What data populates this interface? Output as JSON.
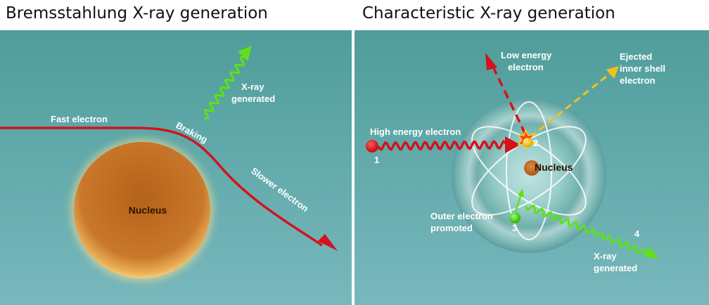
{
  "titles": {
    "left": "Bremsstahlung X-ray generation",
    "right": "Characteristic X-ray generation"
  },
  "colors": {
    "background_top": "#4f9d9b",
    "background_bottom": "#78b8bd",
    "electron_path": "#d4121c",
    "xray": "#5fe01a",
    "ejected_electron": "#f2c218",
    "nucleus": "#c07025"
  },
  "bremsstrahlung": {
    "fast_electron": "Fast electron",
    "braking": "Braking",
    "slower_electron": "Slower electron",
    "xray_line1": "X-ray",
    "xray_line2": "generated",
    "nucleus": "Nucleus"
  },
  "characteristic": {
    "high_energy_electron": "High energy electron",
    "low_energy_line1": "Low energy",
    "low_energy_line2": "electron",
    "ejected_line1": "Ejected",
    "ejected_line2": "inner shell",
    "ejected_line3": "electron",
    "nucleus": "Nucleus",
    "outer_line1": "Outer electron",
    "outer_line2": "promoted",
    "xray_line1": "X-ray",
    "xray_line2": "generated",
    "step1": "1",
    "step2": "2",
    "step3": "3",
    "step4": "4"
  }
}
